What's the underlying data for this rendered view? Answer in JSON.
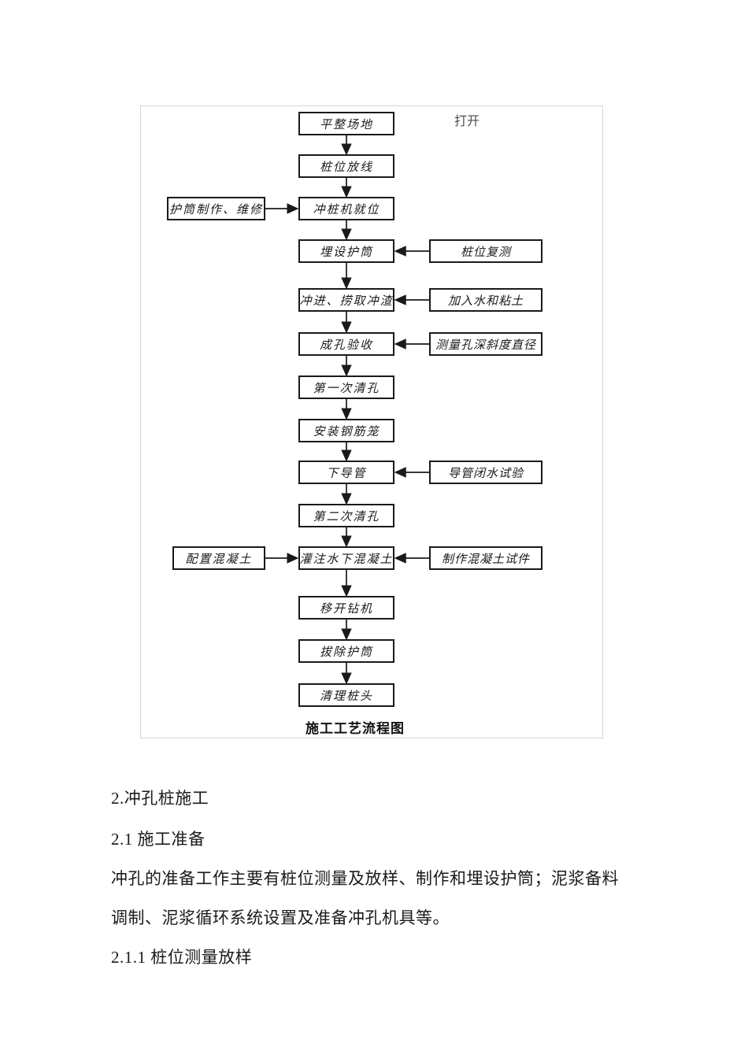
{
  "figure": {
    "overlay_label": "打开",
    "caption": "施工工艺流程图",
    "main_flow": [
      "平整场地",
      "桩位放线",
      "冲桩机就位",
      "埋设护筒",
      "冲进、捞取冲渣",
      "成孔验收",
      "第一次清孔",
      "安装钢筋笼",
      "下导管",
      "第二次清孔",
      "灌注水下混凝土",
      "移开钻机",
      "拔除护筒",
      "清理桩头"
    ],
    "side_inputs": [
      {
        "label": "护筒制作、维修",
        "side": "left",
        "target_step": "冲桩机就位"
      },
      {
        "label": "桩位复测",
        "side": "right",
        "target_step": "埋设护筒"
      },
      {
        "label": "加入水和粘土",
        "side": "right",
        "target_step": "冲进、捞取冲渣"
      },
      {
        "label": "测量孔深斜度直径",
        "side": "right",
        "target_step": "成孔验收"
      },
      {
        "label": "导管闭水试验",
        "side": "right",
        "target_step": "下导管"
      },
      {
        "label": "配置混凝土",
        "side": "left",
        "target_step": "灌注水下混凝土"
      },
      {
        "label": "制作混凝土试件",
        "side": "right",
        "target_step": "灌注水下混凝土"
      }
    ],
    "colors": {
      "box_border": "#1a1a1a",
      "connector": "#1a1a1a",
      "figure_border": "#d4d4d4",
      "overlay_label_color": "#4d4d4d"
    }
  },
  "document": {
    "text_color": "#1a1a1a",
    "lines": [
      "2.冲孔桩施工",
      "2.1 施工准备",
      "冲孔的准备工作主要有桩位测量及放样、制作和埋设护筒；泥浆备料",
      "调制、泥浆循环系统设置及准备冲孔机具等。",
      "2.1.1 桩位测量放样"
    ]
  }
}
